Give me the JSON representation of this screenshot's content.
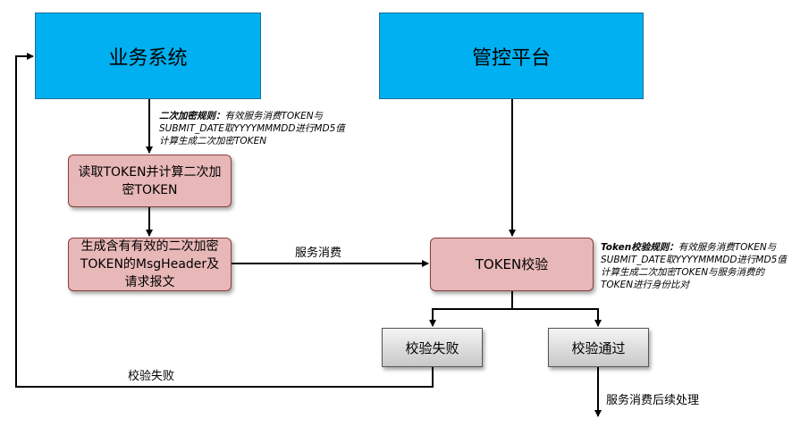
{
  "boxes": {
    "business_system": "业务系统",
    "control_platform": "管控平台",
    "read_token": "读取TOKEN并计算二次加密TOKEN",
    "generate_header": "生成含有有效的二次加密TOKEN的MsgHeader及请求报文",
    "token_verify": "TOKEN校验",
    "verify_fail": "校验失败",
    "verify_pass": "校验通过"
  },
  "notes": {
    "encrypt_rule_title": "二次加密规则：",
    "encrypt_rule_body": "有效服务消费TOKEN与SUBMIT_DATE取YYYYMMMDD进行MD5值计算生成二次加密TOKEN",
    "verify_rule_title": "Token校验规则：",
    "verify_rule_body": "有效服务消费TOKEN与SUBMIT_DATE取YYYYMMMDD进行MD5值计算生成二次加密TOKEN与服务消费的TOKEN进行身份比对"
  },
  "labels": {
    "service_consume": "服务消费",
    "verify_fail_return": "校验失败",
    "service_followup": "服务消费后续处理"
  },
  "colors": {
    "blue_box": "#00b0f0",
    "pink_box": "#e8b7b7",
    "gray_box": "#d9d9d9"
  }
}
